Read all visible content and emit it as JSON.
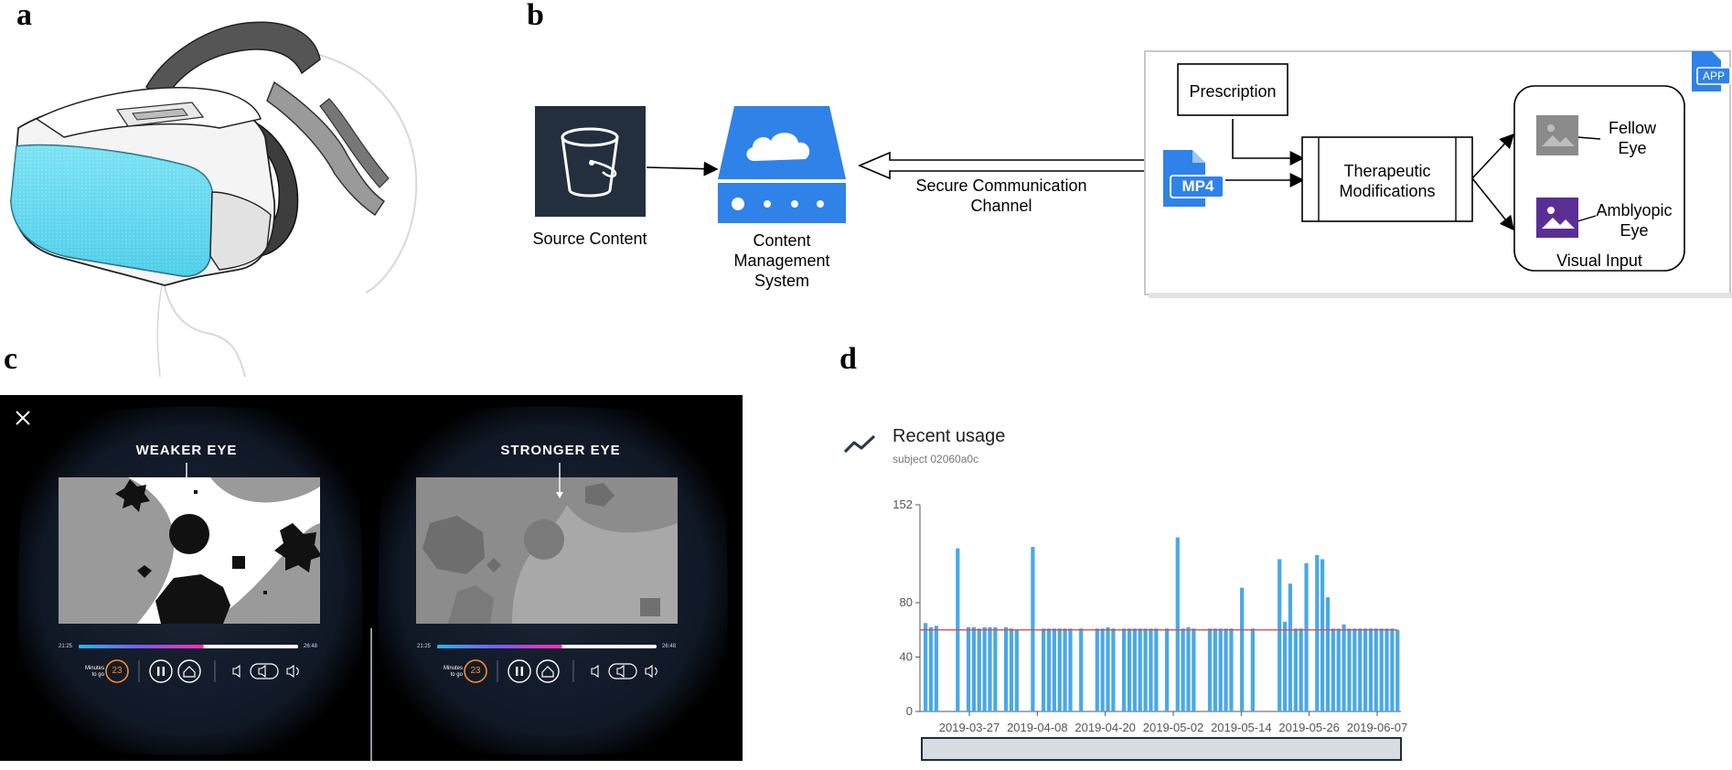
{
  "panels": {
    "a": "a",
    "b": "b",
    "c": "c",
    "d": "d"
  },
  "diagram": {
    "source_content": "Source Content",
    "cms_line1": "Content",
    "cms_line2": "Management",
    "cms_line3": "System",
    "channel_line1": "Secure Communication",
    "channel_line2": "Channel",
    "prescription": "Prescription",
    "therapeutic_line1": "Therapeutic",
    "therapeutic_line2": "Modifications",
    "mp4_label": "MP4",
    "app_label": "APP",
    "fellow_line1": "Fellow",
    "fellow_line2": "Eye",
    "amblyopic_line1": "Amblyopic",
    "amblyopic_line2": "Eye",
    "visual_input": "Visual Input"
  },
  "vr": {
    "weaker_eye": "WEAKER EYE",
    "stronger_eye": "STRONGER EYE",
    "time_start": "21:25",
    "time_end": "26:48",
    "minutes_line1": "Minutes",
    "minutes_line2": "to go",
    "minutes_value": "23",
    "progress": 0.57
  },
  "usage": {
    "title": "Recent usage",
    "subtitle": "subject 02060a0c"
  },
  "chart_data": {
    "type": "bar",
    "y_ticks": [
      0,
      40,
      80,
      152
    ],
    "x_tick_labels": [
      "2019-03-27",
      "2019-04-08",
      "2019-04-20",
      "2019-05-02",
      "2019-05-14",
      "2019-05-26",
      "2019-06-07"
    ],
    "ylim": [
      0,
      152
    ],
    "reference_line": 60,
    "bar_color": "#4aa8e8",
    "reference_color": "#d05050",
    "values": [
      65,
      62,
      63,
      0,
      0,
      0,
      120,
      0,
      62,
      62,
      61,
      62,
      62,
      62,
      0,
      62,
      61,
      60,
      0,
      0,
      121,
      0,
      61,
      61,
      61,
      61,
      61,
      61,
      0,
      61,
      0,
      0,
      61,
      61,
      62,
      61,
      0,
      61,
      61,
      61,
      61,
      61,
      61,
      61,
      0,
      61,
      0,
      128,
      61,
      62,
      61,
      0,
      0,
      61,
      61,
      61,
      61,
      61,
      0,
      91,
      0,
      61,
      0,
      0,
      0,
      0,
      112,
      66,
      94,
      61,
      61,
      109,
      0,
      115,
      112,
      84,
      61,
      61,
      64,
      61,
      61,
      61,
      61,
      61,
      61,
      61,
      61,
      61,
      60
    ]
  }
}
